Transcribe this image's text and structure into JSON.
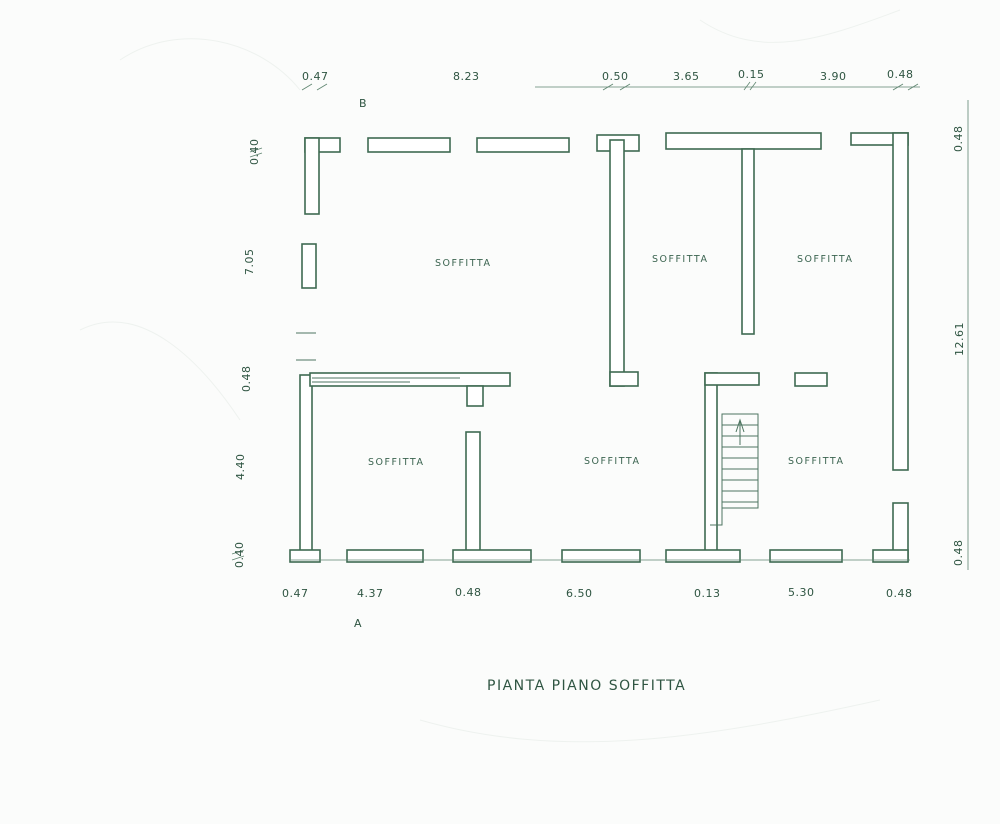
{
  "drawing": {
    "title": "PIANTA PIANO SOFFITTA",
    "rooms": [
      "SOFFITTA",
      "SOFFITTA",
      "SOFFITTA",
      "SOFFITTA",
      "SOFFITTA",
      "SOFFITTA"
    ],
    "dimensions_top": [
      "0.47",
      "8.23",
      "0.50",
      "3.65",
      "0.15",
      "3.90",
      "0.48"
    ],
    "dimensions_bottom": [
      "0.47",
      "4.37",
      "0.48",
      "6.50",
      "0.13",
      "5.30",
      "0.48"
    ],
    "dimensions_left": [
      "0.40",
      "7.05",
      "0.48",
      "4.40",
      "0.40"
    ],
    "dimensions_right": [
      "0.48",
      "12.61",
      "0.48"
    ],
    "section_marks": [
      "B",
      "A"
    ]
  }
}
